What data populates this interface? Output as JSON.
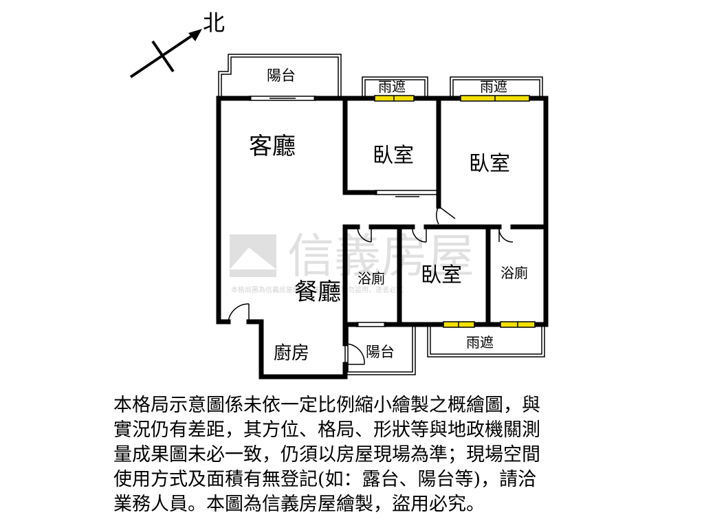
{
  "compass": {
    "north_label": "北"
  },
  "rooms": {
    "balcony_top": "陽台",
    "awning_1": "雨遮",
    "awning_2": "雨遮",
    "living_room": "客廳",
    "bedroom_1": "臥室",
    "bedroom_2": "臥室",
    "bathroom_1": "浴廁",
    "bedroom_3": "臥室",
    "bathroom_2": "浴廁",
    "dining_room": "餐廳",
    "kitchen": "廚房",
    "balcony_bottom": "陽台",
    "awning_3": "雨遮"
  },
  "watermark": {
    "brand": "信義房屋",
    "notice": "本格局圖為信義房屋繪製，未經允許請勿盜用，違者必究"
  },
  "disclaimer": {
    "lines": [
      "本格局示意圖係未依一定比例縮小繪製之概繪圖，與",
      "實況仍有差距，其方位、格局、形狀等與地政機關測",
      "量成果圖未必一致，仍須以房屋現場為準；現場空間",
      "使用方式及面積有無登記(如：露台、陽台等)，請洽",
      "業務人員。本圖為信義房屋繪製，盜用必究。"
    ]
  },
  "colors": {
    "wall": "#000000",
    "window_fill": "#f2e000",
    "watermark": "#c8c8c8"
  }
}
